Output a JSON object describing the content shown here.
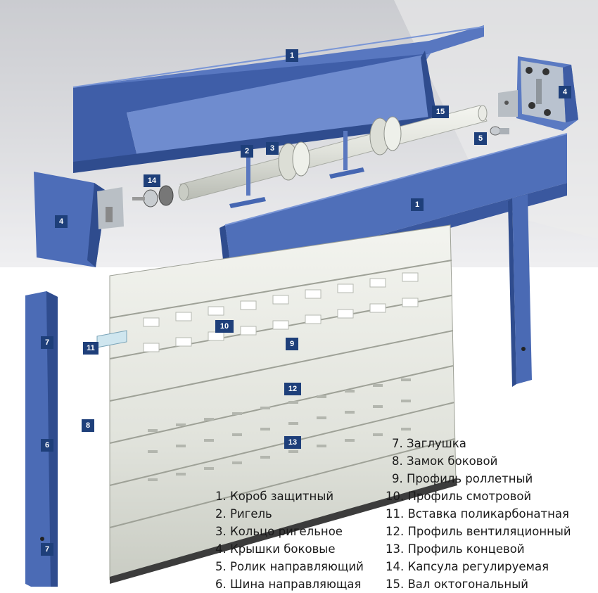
{
  "colors": {
    "blue": "#4a6cb5",
    "blue_dark": "#2f4c8e",
    "badge": "#1e3f7a",
    "slat": "#e8eae4"
  },
  "badges": {
    "b1_top": "1",
    "b1_bottom": "1",
    "b2": "2",
    "b3": "3",
    "b4_left": "4",
    "b4_right": "4",
    "b5": "5",
    "b6": "6",
    "b7_top": "7",
    "b7_bottom": "7",
    "b8": "8",
    "b9": "9",
    "b10": "10",
    "b11": "11",
    "b12": "12",
    "b13": "13",
    "b14": "14",
    "b15": "15"
  },
  "legend_left": [
    "1. Короб защитный",
    "2. Ригель",
    "3. Кольцо ригельное",
    "4. Крышки боковые",
    "5. Ролик направляющий",
    "6. Шина направляющая"
  ],
  "legend_right": [
    "7. Заглушка",
    "8. Замок боковой",
    "9. Профиль роллетный",
    "10. Профиль смотровой",
    "11. Вставка поликарбонатная",
    "12. Профиль вентиляционный",
    "13. Профиль концевой",
    "14. Капсула регулируемая",
    "15. Вал октогональный"
  ]
}
